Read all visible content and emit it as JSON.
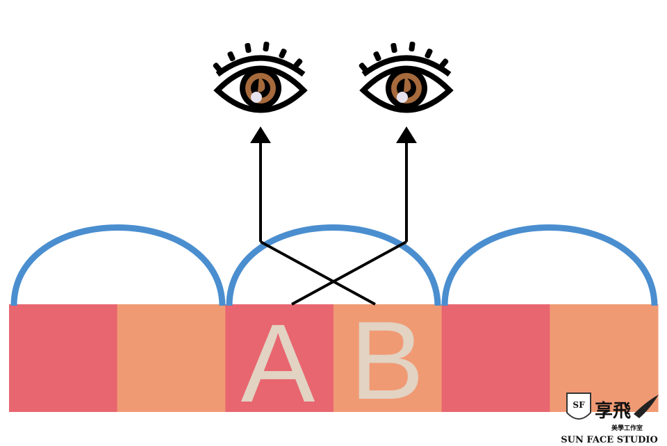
{
  "diagram": {
    "letters": [
      "A",
      "B"
    ],
    "strip_colors": [
      "#E8666F",
      "#F09A74",
      "#E8666F",
      "#F09A74",
      "#E8666F",
      "#F09A74"
    ],
    "arc_color": "#4A8ECF",
    "letter_color": "#E2D3C3",
    "iris_color": "#A66A3C",
    "icons": [
      "eye-icon",
      "eye-icon",
      "arrow-up-icon",
      "arrow-up-icon"
    ]
  },
  "logo": {
    "name": "SUN FACE STUDIO",
    "chinese_name": "享飛",
    "chinese_sub": "美學工作室",
    "badge": "SF"
  }
}
